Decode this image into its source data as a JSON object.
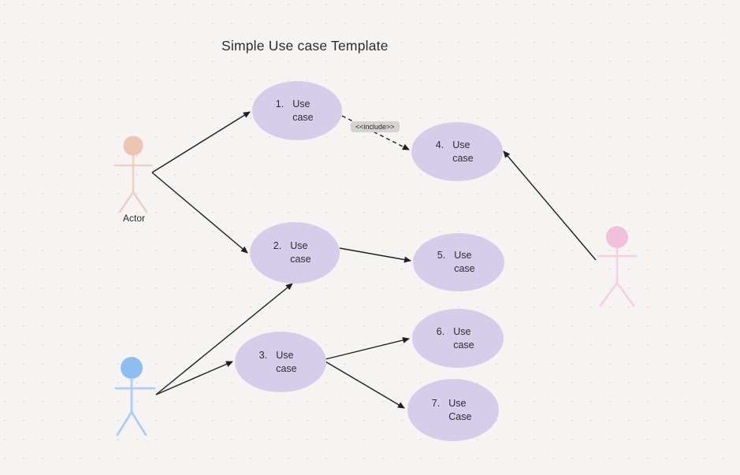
{
  "title": "Simple Use case Template",
  "labels": {
    "include": "<<include>>"
  },
  "actors": [
    {
      "id": "actor-1",
      "label": "Actor",
      "color": "#edc5b3"
    },
    {
      "id": "actor-2",
      "label": "",
      "color": "#f1c0dc"
    },
    {
      "id": "actor-3",
      "label": "",
      "color": "#8cbef0"
    }
  ],
  "nodes": [
    {
      "id": "node-1",
      "num": "1.",
      "label": "Use case"
    },
    {
      "id": "node-2",
      "num": "2.",
      "label": "Use case"
    },
    {
      "id": "node-3",
      "num": "3.",
      "label": "Use case"
    },
    {
      "id": "node-4",
      "num": "4.",
      "label": "Use case"
    },
    {
      "id": "node-5",
      "num": "5.",
      "label": "Use case"
    },
    {
      "id": "node-6",
      "num": "6.",
      "label": "Use case"
    },
    {
      "id": "node-7",
      "num": "7.",
      "label": "Use Case"
    }
  ],
  "edges": [
    {
      "from": "actor-1",
      "to": "node-1",
      "style": "solid"
    },
    {
      "from": "actor-1",
      "to": "node-2",
      "style": "solid"
    },
    {
      "from": "node-1",
      "to": "node-4",
      "style": "dashed",
      "label": "<<include>>"
    },
    {
      "from": "actor-2",
      "to": "node-4",
      "style": "solid"
    },
    {
      "from": "node-2",
      "to": "node-5",
      "style": "solid"
    },
    {
      "from": "actor-3",
      "to": "node-2",
      "style": "solid"
    },
    {
      "from": "actor-3",
      "to": "node-3",
      "style": "solid"
    },
    {
      "from": "node-3",
      "to": "node-6",
      "style": "solid"
    },
    {
      "from": "node-3",
      "to": "node-7",
      "style": "solid"
    }
  ],
  "colors": {
    "background": "#f5f4f2",
    "dot_grid": "#e2e0dd",
    "node_fill": "#d6cdeb",
    "arrow": "#1f1f1f",
    "include_label_bg": "#d5d3d2",
    "actor1_head": "#edc5b3",
    "actor1_limbs": "#eed0c3",
    "actor2_head": "#f1c0dc",
    "actor2_limbs": "#f6cfe6",
    "actor3_head": "#8cbef0",
    "actor3_limbs": "#accdf5"
  }
}
